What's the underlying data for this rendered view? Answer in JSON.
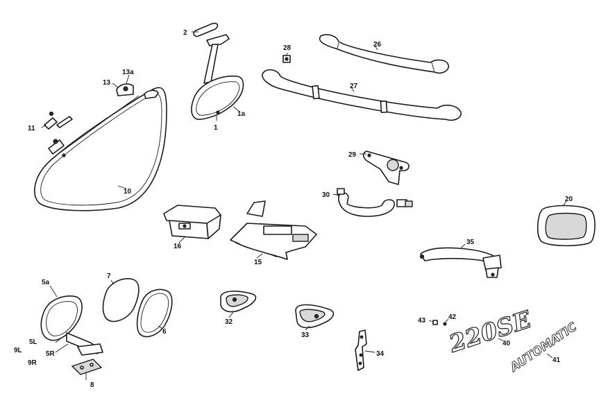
{
  "diagram": {
    "callouts": {
      "c1": "1",
      "c1a": "1a",
      "c2": "2",
      "c5a": "5a",
      "c5L": "5L",
      "c5R": "5R",
      "c6": "6",
      "c7": "7",
      "c8": "8",
      "c9L": "9L",
      "c9R": "9R",
      "c10": "10",
      "c11": "11",
      "c13": "13",
      "c13a": "13a",
      "c15": "15",
      "c16": "16",
      "c20": "20",
      "c26": "26",
      "c27": "27",
      "c28": "28",
      "c29": "29",
      "c30": "30",
      "c32": "32",
      "c33": "33",
      "c34": "34",
      "c35": "35",
      "c40": "40",
      "c41": "41",
      "c42": "42",
      "c43": "43"
    },
    "badges": {
      "model_badge_text": "220SE",
      "automatic_badge_text": "AUTOMATIC"
    }
  }
}
